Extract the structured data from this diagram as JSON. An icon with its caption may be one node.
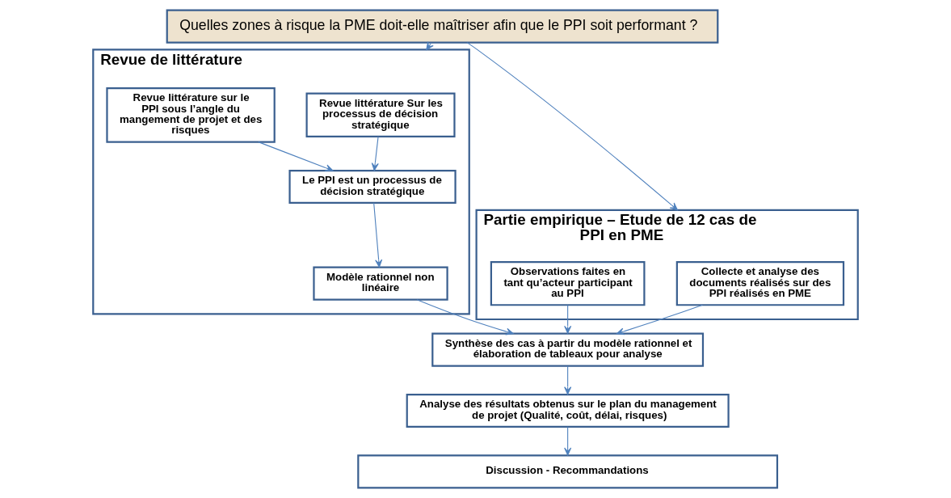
{
  "diagram": {
    "nodes": [
      {
        "text": [
          "Quelles zones à risque la PME doit-elle maîtriser afin que le PPI soit performant ?"
        ]
      },
      {
        "text": [
          "Revue de littérature"
        ]
      },
      {
        "text": [
          "Revue littérature Sur les processus de décision stratégique"
        ],
        "in": 1
      },
      {
        "text": [
          "Revue littérature sur le PPI sous l’angle du mangement de projet et des risques"
        ],
        "in": 1
      },
      {
        "text": [
          "Le PPI est un processus de décision stratégique"
        ],
        "in": 1
      },
      {
        "text": [
          "Modèle rationnel non linéaire"
        ],
        "in": 1
      },
      {
        "text": [
          "Partie empirique – Etude de 12 cas de PPI en PME"
        ]
      },
      {
        "text": [
          "Collecte et analyse des documents réalisés sur des PPI réalisés en PME"
        ],
        "in": 6
      },
      {
        "text": [
          "Observations faites en tant qu’acteur participant au PPI"
        ],
        "in": 6
      },
      {
        "text": [
          "Synthèse des cas à partir du modèle rationnel et élaboration de tableaux pour analyse"
        ]
      },
      {
        "text": [
          "Analyse des résultats obtenus sur le plan du management de projet (Qualité, coût, délai, risques)"
        ]
      },
      {
        "text": [
          "Discussion - Recommandations"
        ]
      }
    ],
    "edges": [
      {
        "from": 0,
        "to": 1,
        "arrow": "to"
      },
      {
        "from": 0,
        "to": 6,
        "arrow": "to"
      },
      {
        "from": 2,
        "to": 4,
        "arrow": "to"
      },
      {
        "from": 3,
        "to": 4,
        "arrow": "to"
      },
      {
        "from": 4,
        "to": 5,
        "arrow": "to"
      },
      {
        "from": 5,
        "to": 9,
        "arrow": "to"
      },
      {
        "from": 7,
        "to": 9,
        "arrow": "to"
      },
      {
        "from": 8,
        "to": 9,
        "arrow": "to"
      },
      {
        "from": 9,
        "to": 10,
        "arrow": "to"
      },
      {
        "from": 10,
        "to": 11,
        "arrow": "to"
      }
    ]
  }
}
